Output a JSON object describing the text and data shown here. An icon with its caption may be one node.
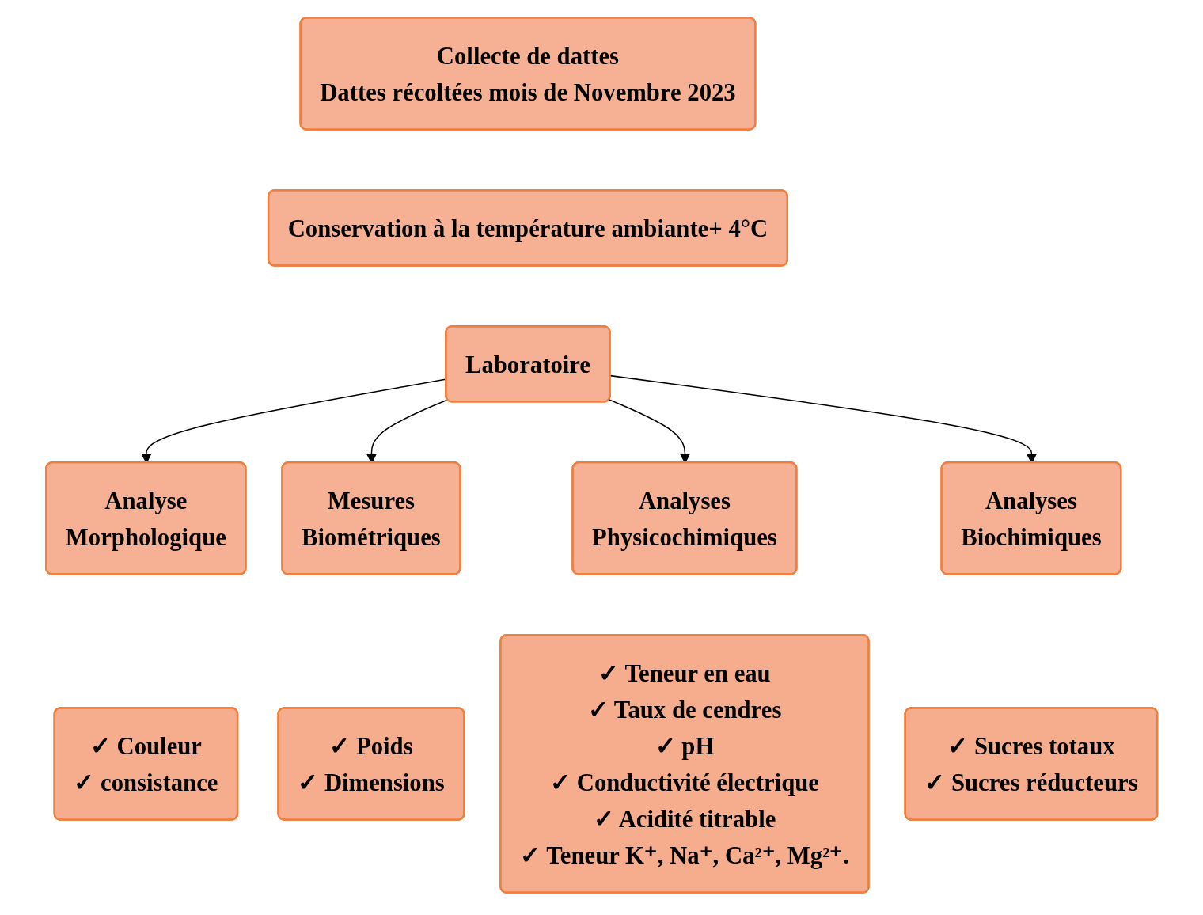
{
  "diagram": {
    "nodes": [
      {
        "text": [
          "Collecte de dattes",
          "Dattes récoltées mois de Novembre 2023"
        ]
      },
      {
        "text": [
          "Conservation à la température ambiante+ 4°C"
        ]
      },
      {
        "text": [
          "Laboratoire"
        ]
      },
      {
        "text": [
          "Analyse",
          "Morphologique"
        ]
      },
      {
        "text": [
          "Mesures",
          "Biométriques"
        ]
      },
      {
        "text": [
          "Analyses",
          "Physicochimiques"
        ]
      },
      {
        "text": [
          "Analyses",
          "Biochimiques"
        ]
      },
      {
        "text": [
          "✓ Couleur",
          "✓ consistance"
        ]
      },
      {
        "text": [
          "✓ Poids",
          "✓ Dimensions"
        ]
      },
      {
        "text": [
          "✓ Teneur en eau",
          "✓ Taux de cendres",
          "✓ pH",
          "✓ Conductivité électrique",
          "✓ Acidité titrable",
          "✓ Teneur K⁺, Na⁺, Ca²⁺, Mg²⁺."
        ]
      },
      {
        "text": [
          "✓ Sucres totaux",
          "✓ Sucres réducteurs"
        ]
      }
    ],
    "edges": [
      {
        "from": 2,
        "to": 3,
        "arrow": "to"
      },
      {
        "from": 2,
        "to": 4,
        "arrow": "to"
      },
      {
        "from": 2,
        "to": 5,
        "arrow": "to"
      },
      {
        "from": 2,
        "to": 6,
        "arrow": "to"
      }
    ]
  }
}
